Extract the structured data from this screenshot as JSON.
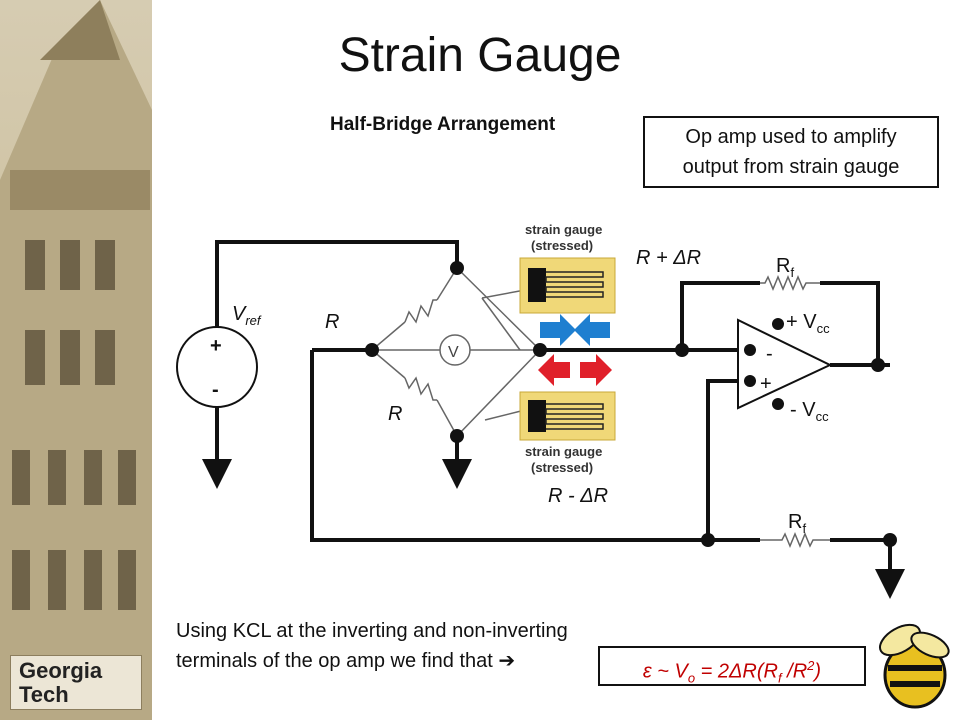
{
  "slide": {
    "title": "Strain Gauge",
    "subtitle": "Half-Bridge Arrangement",
    "note_line1": "Op amp used to amplify",
    "note_line2": "output from strain gauge",
    "kcl_line1": "Using KCL at the inverting and non-inverting",
    "kcl_line2": "terminals of the op amp we find that",
    "arrow_glyph": "➔",
    "formula": {
      "lhs": "ε ~ V",
      "lhs_sub": "o",
      "mid": " = 2ΔR(R",
      "mid_sub": "f",
      "after": " /R",
      "sup": "2",
      "end": ")"
    }
  },
  "logo": {
    "line1": "Georgia",
    "line2": "Tech"
  },
  "circuit": {
    "vref_main": "V",
    "vref_sub": "ref",
    "source_plus": "+",
    "source_minus": "-",
    "r_top": "R",
    "r_bottom": "R",
    "meter": "V",
    "r_plus": "R + ΔR",
    "r_minus": "R - ΔR",
    "gauge_top_line1": "strain gauge",
    "gauge_top_line2": "(stressed)",
    "gauge_bottom_line1": "strain gauge",
    "gauge_bottom_line2": "(stressed)",
    "rf_top_main": "R",
    "rf_top_sub": "f",
    "rf_bottom_main": "R",
    "rf_bottom_sub": "f",
    "opamp_minus": "-",
    "opamp_plus": "+",
    "vcc_plus_main": "+ V",
    "vcc_plus_sub": "cc",
    "vcc_minus_main": "- V",
    "vcc_minus_sub": "cc"
  },
  "colors": {
    "compress_arrow": "#1f7fd0",
    "tension_arrow": "#e0202a",
    "formula_text": "#c00000",
    "gauge_panel": "#f0d878"
  }
}
